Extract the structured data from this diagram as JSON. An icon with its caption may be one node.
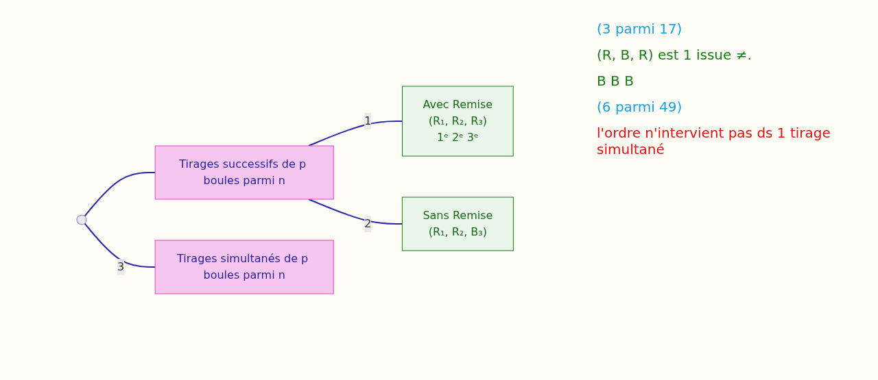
{
  "diagram": {
    "nodes": [
      {
        "text": [],
        "shape": "circle"
      },
      {
        "text": [
          "Tirages successifs de p boules parmi n"
        ]
      },
      {
        "text": [
          "Avec Remise",
          "(R₁, R₂, R₃)",
          "1ᵉ 2ᵉ 3ᵉ"
        ]
      },
      {
        "text": [
          "Sans Remise",
          "(R₁, R₂, B₃)"
        ]
      },
      {
        "text": [
          "Tirages simultanés de p boules parmi n"
        ]
      }
    ],
    "edges": [
      {
        "from": 0,
        "to": 1,
        "arrow": "none"
      },
      {
        "from": 0,
        "to": 4,
        "arrow": "none",
        "label": "3"
      },
      {
        "from": 1,
        "to": 2,
        "arrow": "none",
        "label": "1"
      },
      {
        "from": 1,
        "to": 3,
        "arrow": "none",
        "label": "2"
      }
    ],
    "labels": [
      "(3 parmi 17)",
      "(R, B, R) est 1 issue ≠.",
      "B B B",
      "(6 parmi 49)",
      "l'ordre n'intervient pas ds 1 tirage simultané"
    ]
  }
}
